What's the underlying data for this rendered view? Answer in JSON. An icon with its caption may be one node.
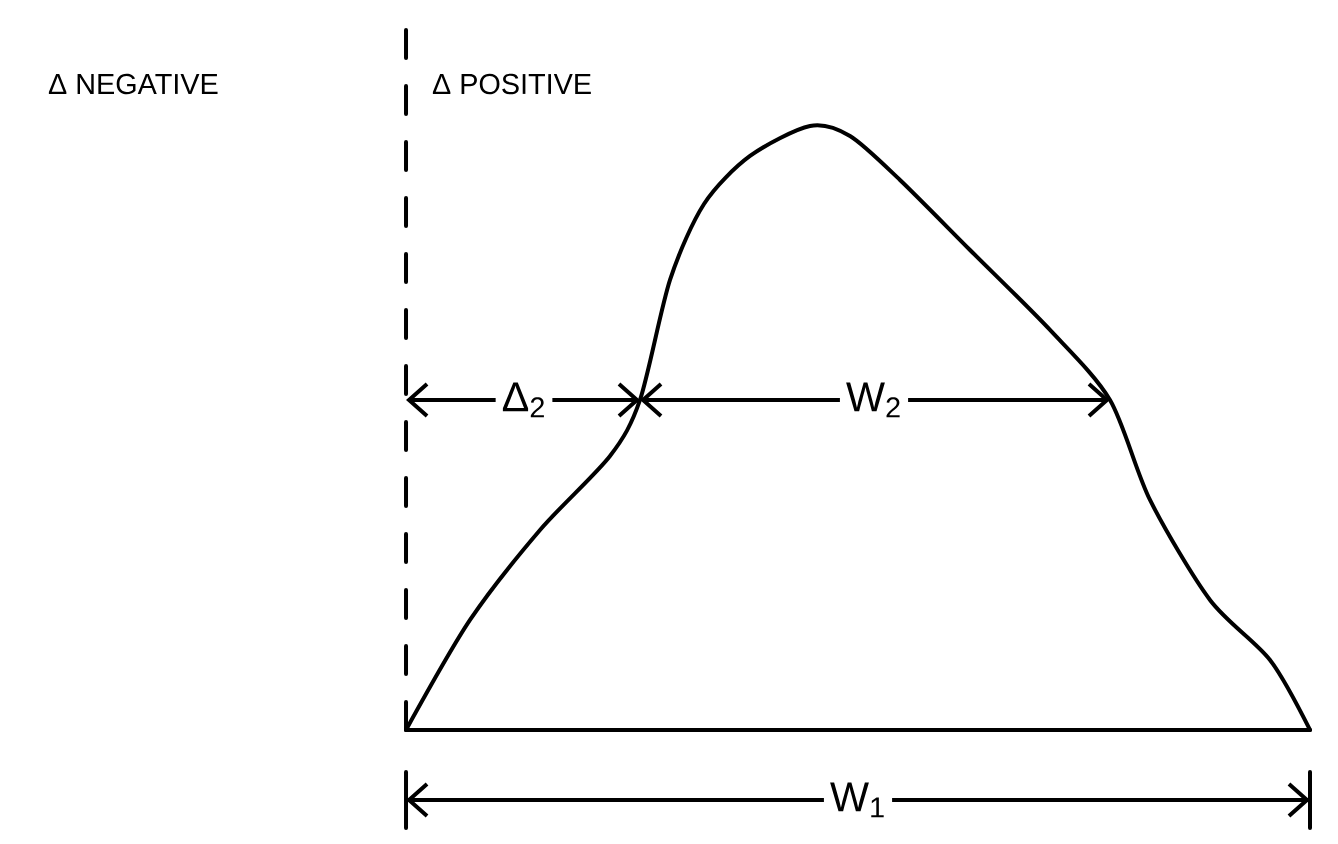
{
  "diagram": {
    "labels": [
      "Δ NEGATIVE",
      "Δ POSITIVE",
      "Δ$_{2}$",
      "W$_{2}$",
      "W$_{1}$"
    ]
  }
}
